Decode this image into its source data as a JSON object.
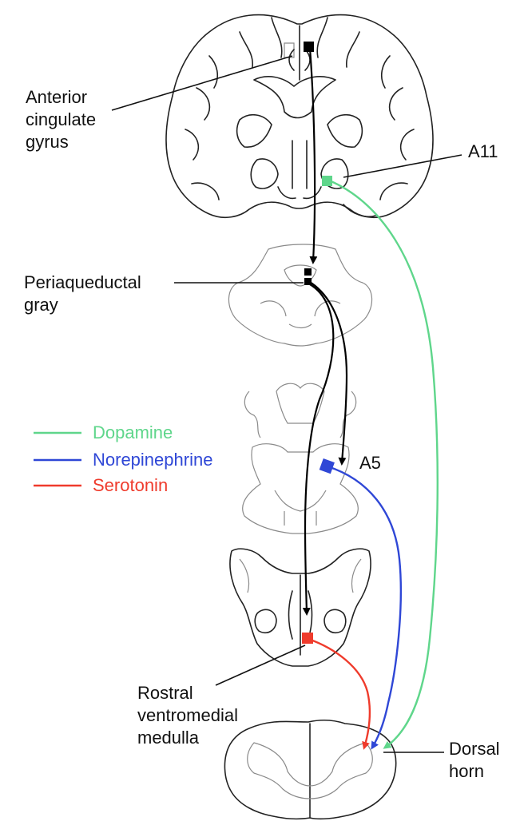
{
  "labels": {
    "anterior_cingulate": "Anterior\ncingulate\ngyrus",
    "a11": "A11",
    "pag": "Periaqueductal\ngray",
    "a5": "A5",
    "rvm": "Rostral\nventromedial\nmedulla",
    "dorsal_horn": "Dorsal\nhorn"
  },
  "legend": [
    {
      "name": "Dopamine",
      "color": "#5fd68b"
    },
    {
      "name": "Norepinephrine",
      "color": "#2f47d6"
    },
    {
      "name": "Serotonin",
      "color": "#ef3b2c"
    }
  ],
  "colors": {
    "dopamine": "#5fd68b",
    "norepinephrine": "#2f47d6",
    "serotonin": "#ef3b2c",
    "descending": "#000000",
    "outline": "#222222"
  }
}
